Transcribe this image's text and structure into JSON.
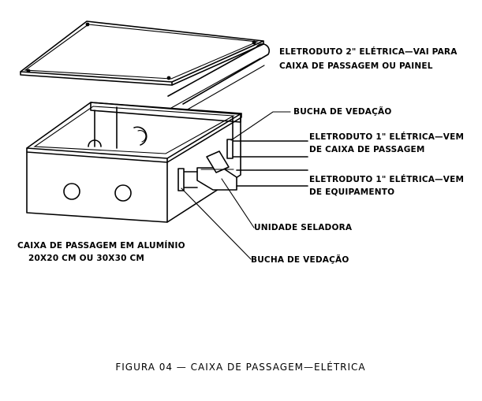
{
  "labels": {
    "eletroduto_2": [
      "ELETRODUTO 2\" ELÉTRICA—VAI PARA",
      "CAIXA DE PASSAGEM OU PAINEL"
    ],
    "bucha_top": "BUCHA DE VEDAÇÃO",
    "eletroduto_1_caixa": [
      "ELETRODUTO 1\" ELÉTRICA—VEM",
      "DE CAIXA DE PASSAGEM"
    ],
    "eletroduto_1_equip": [
      "ELETRODUTO 1\" ELÉTRICA—VEM",
      "DE EQUIPAMENTO"
    ],
    "unidade_seladora": "UNIDADE SELADORA",
    "caixa": [
      "CAIXA DE PASSAGEM EM ALUMÍNIO",
      "20X20 CM OU 30X30 CM"
    ],
    "bucha_bottom": "BUCHA DE VEDAÇÃO"
  },
  "caption": "FIGURA 04 — CAIXA DE PASSAGEM—ELÉTRICA"
}
